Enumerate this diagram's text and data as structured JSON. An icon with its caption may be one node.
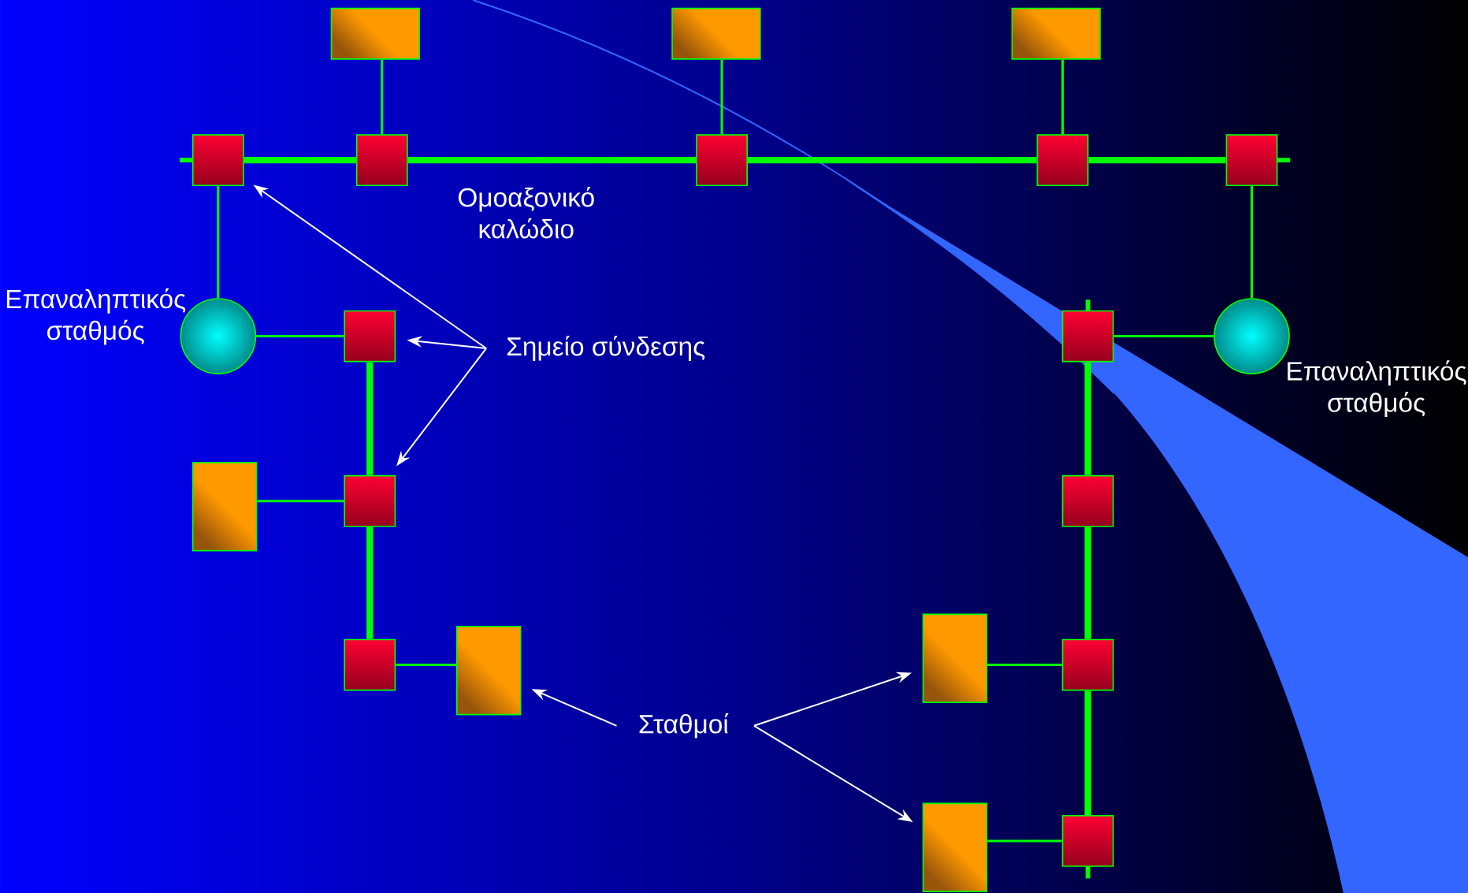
{
  "diagram": {
    "nodes": [
      {
        "text": [],
        "shape": "box"
      },
      {
        "text": [],
        "shape": "box"
      },
      {
        "text": [],
        "shape": "box"
      },
      {
        "text": [],
        "shape": "box"
      },
      {
        "text": [],
        "shape": "box"
      },
      {
        "text": [],
        "shape": "box"
      },
      {
        "text": [],
        "shape": "box"
      },
      {
        "text": [],
        "shape": "box"
      },
      {
        "text": [],
        "shape": "circle",
        "beside": [
          "Επαναληπτικός σταθμός"
        ]
      },
      {
        "text": [],
        "shape": "box"
      },
      {
        "text": [],
        "shape": "box"
      },
      {
        "text": [],
        "shape": "box"
      },
      {
        "text": [],
        "shape": "box"
      },
      {
        "text": [],
        "shape": "box"
      },
      {
        "text": [],
        "shape": "circle",
        "beside": [
          "Επαναληπτικός σταθμός"
        ]
      },
      {
        "text": [],
        "shape": "box"
      },
      {
        "text": [],
        "shape": "box"
      },
      {
        "text": [],
        "shape": "box"
      },
      {
        "text": [],
        "shape": "box"
      },
      {
        "text": [],
        "shape": "box"
      },
      {
        "text": [],
        "shape": "box"
      },
      {
        "text": [
          "Σημείο σύνδεσης"
        ]
      },
      {
        "text": [
          "Σταθμοί"
        ]
      }
    ],
    "edges": [
      {
        "from": 3,
        "to": 4,
        "arrow": "none",
        "style": "thick"
      },
      {
        "from": 4,
        "to": 5,
        "arrow": "none",
        "style": "thick"
      },
      {
        "from": 5,
        "to": 6,
        "arrow": "none",
        "style": "thick"
      },
      {
        "from": 6,
        "to": 7,
        "arrow": "none",
        "style": "thick"
      },
      {
        "from": 0,
        "to": 4,
        "arrow": "none"
      },
      {
        "from": 1,
        "to": 5,
        "arrow": "none"
      },
      {
        "from": 2,
        "to": 6,
        "arrow": "none"
      },
      {
        "from": 3,
        "to": 8,
        "arrow": "none"
      },
      {
        "from": 8,
        "to": 9,
        "arrow": "none"
      },
      {
        "from": 9,
        "to": 10,
        "arrow": "none",
        "style": "thick"
      },
      {
        "from": 10,
        "to": 11,
        "arrow": "none",
        "style": "thick"
      },
      {
        "from": 12,
        "to": 10,
        "arrow": "none"
      },
      {
        "from": 11,
        "to": 13,
        "arrow": "none"
      },
      {
        "from": 7,
        "to": 14,
        "arrow": "none"
      },
      {
        "from": 14,
        "to": 15,
        "arrow": "none"
      },
      {
        "from": 15,
        "to": 16,
        "arrow": "none",
        "style": "thick"
      },
      {
        "from": 16,
        "to": 17,
        "arrow": "none",
        "style": "thick"
      },
      {
        "from": 17,
        "to": 18,
        "arrow": "none",
        "style": "thick"
      },
      {
        "from": 19,
        "to": 17,
        "arrow": "none"
      },
      {
        "from": 20,
        "to": 18,
        "arrow": "none"
      },
      {
        "from": 21,
        "to": 3,
        "arrow": "to",
        "color": "#ffffff"
      },
      {
        "from": 21,
        "to": 9,
        "arrow": "to",
        "color": "#ffffff"
      },
      {
        "from": 21,
        "to": 10,
        "arrow": "to",
        "color": "#ffffff"
      },
      {
        "from": 22,
        "to": 13,
        "arrow": "to",
        "color": "#ffffff"
      },
      {
        "from": 22,
        "to": 19,
        "arrow": "to",
        "color": "#ffffff"
      },
      {
        "from": 22,
        "to": 20,
        "arrow": "to",
        "color": "#ffffff"
      }
    ],
    "labels": [
      "Ομοαξονικό καλώδιο"
    ]
  }
}
